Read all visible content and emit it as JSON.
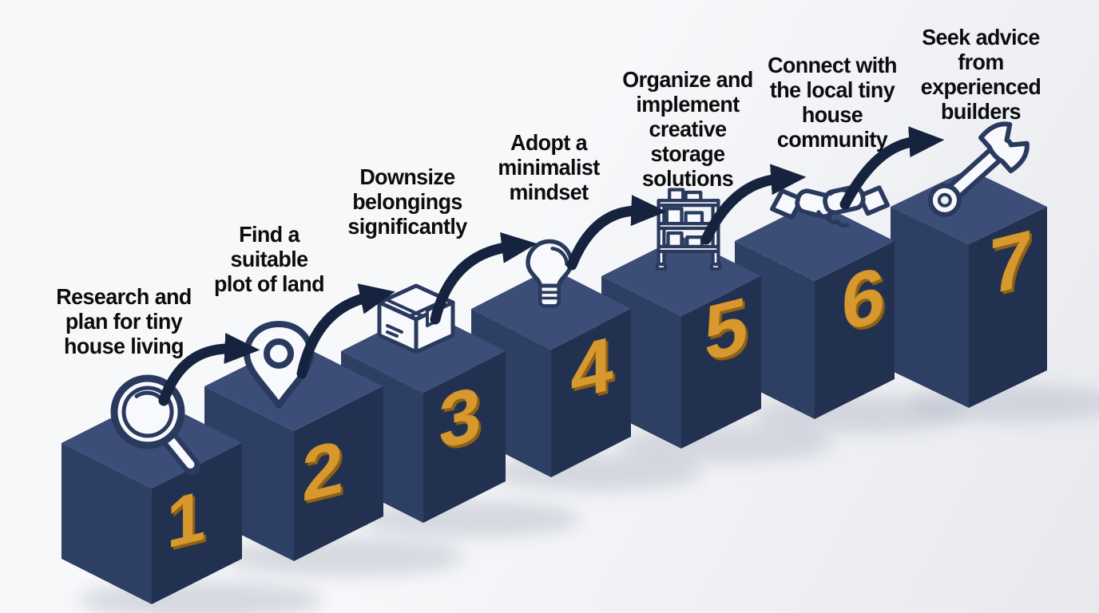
{
  "figure": {
    "type": "step-infographic",
    "step_count": 7
  },
  "steps": [
    {
      "number": "1",
      "icon": "magnifying-glass-icon",
      "label": "Research and plan for tiny house living",
      "lines": [
        "Research and",
        "plan for tiny",
        "house living"
      ]
    },
    {
      "number": "2",
      "icon": "location-pin-icon",
      "label": "Find a suitable plot of land",
      "lines": [
        "Find a",
        "suitable",
        "plot of land"
      ]
    },
    {
      "number": "3",
      "icon": "package-box-icon",
      "label": "Downsize belongings significantly",
      "lines": [
        "Downsize",
        "belongings",
        "significantly"
      ]
    },
    {
      "number": "4",
      "icon": "lightbulb-icon",
      "label": "Adopt a minimalist mindset",
      "lines": [
        "Adopt a",
        "minimalist",
        "mindset"
      ]
    },
    {
      "number": "5",
      "icon": "storage-shelf-icon",
      "label": "Organize and implement creative storage solutions",
      "lines": [
        "Organize and",
        "implement",
        "creative",
        "storage",
        "solutions"
      ]
    },
    {
      "number": "6",
      "icon": "handshake-icon",
      "label": "Connect with the local tiny house community",
      "lines": [
        "Connect with",
        "the local tiny",
        "house",
        "community"
      ]
    },
    {
      "number": "7",
      "icon": "wrench-icon",
      "label": "Seek advice from experienced builders",
      "lines": [
        "Seek advice",
        "from",
        "experienced",
        "builders"
      ]
    }
  ],
  "colors": {
    "bg_a": "#f7f8fa",
    "bg_b": "#e7e9ee",
    "block_top": "#3c4e77",
    "block_left": "#2e3f64",
    "block_right": "#233151",
    "number": "#d7982d",
    "number_shadow": "#8f6114",
    "arrow": "#16233f",
    "label": "#0c0d0f",
    "icon_stroke": "#2a3a5e",
    "icon_fill": "#f8f9fc",
    "shadow": "#b7bdc9"
  }
}
